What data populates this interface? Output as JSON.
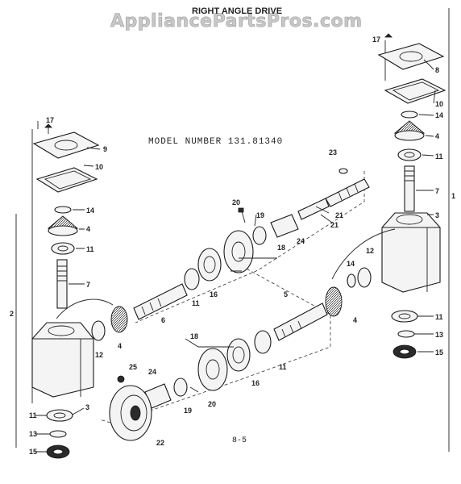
{
  "watermark": "AppliancePartsPros.com",
  "title": "RIGHT ANGLE DRIVE",
  "model_text": "MODEL NUMBER 131.81340",
  "page_number": "8-5",
  "callouts": {
    "left_gearbox": [
      "17",
      "9",
      "10",
      "14",
      "4",
      "11",
      "7",
      "12",
      "4",
      "3",
      "11",
      "13",
      "15",
      "2"
    ],
    "right_gearbox": [
      "17",
      "8",
      "10",
      "14",
      "4",
      "11",
      "7",
      "1",
      "3",
      "12",
      "14",
      "4",
      "11",
      "13",
      "15"
    ],
    "shaft_assembly": [
      "23",
      "21",
      "21",
      "20",
      "19",
      "18",
      "24",
      "16",
      "11",
      "6",
      "5",
      "18",
      "16",
      "11",
      "25",
      "24",
      "19",
      "20",
      "22"
    ]
  }
}
